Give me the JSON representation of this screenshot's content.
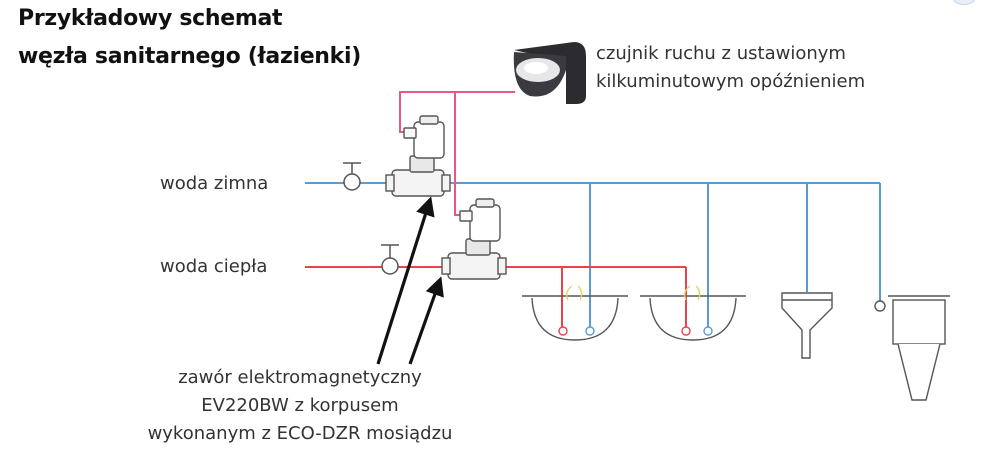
{
  "title": {
    "line1": "Przykładowy schemat",
    "line2": "węzła sanitarnego (łazienki)"
  },
  "sensor": {
    "line1": "czujnik ruchu z ustawionym",
    "line2": "kilkuminutowym opóźnieniem",
    "icon": "motion-sensor-icon"
  },
  "pipes": {
    "cold_label": "woda zimna",
    "hot_label": "woda ciepła",
    "cold_color": "#5b9bd5",
    "hot_color": "#e8424b",
    "control_color": "#e9568a"
  },
  "valve_caption": {
    "line1": "zawór elektromagnetyczny",
    "line2": "EV220BW z korpusem",
    "line3": "wykonanym z ECO-DZR mosiądzu"
  },
  "fixtures": [
    "washbasin-icon",
    "washbasin-icon",
    "urinal-icon",
    "toilet-cistern-icon"
  ]
}
